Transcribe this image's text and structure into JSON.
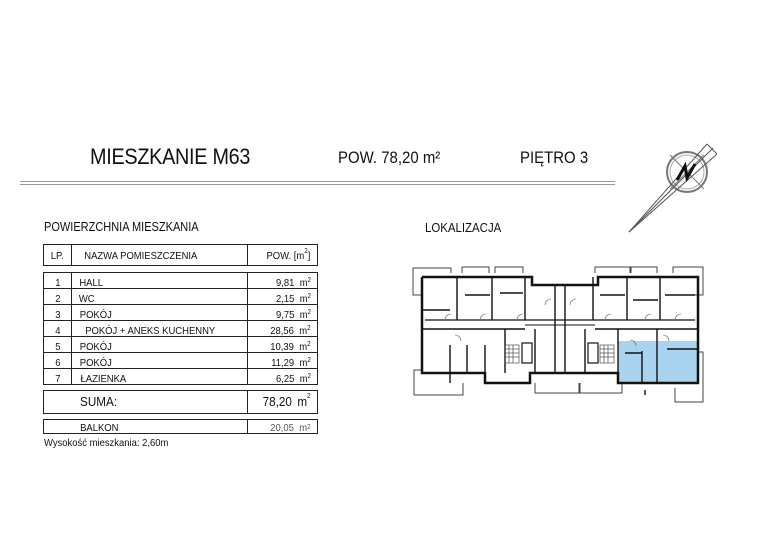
{
  "header": {
    "title": "MIESZKANIE M63",
    "area": "POW. 78,20 m²",
    "floor": "PIĘTRO 3"
  },
  "table": {
    "section_title": "POWIERZCHNIA MIESZKANIA",
    "headers": {
      "lp": "LP.",
      "name": "NAZWA POMIESZCZENIA",
      "area": "POW. [m",
      "area_sup": "2",
      "area_close": "]"
    },
    "rows": [
      {
        "lp": "1",
        "name": "HALL",
        "area": "9,81"
      },
      {
        "lp": "2",
        "name": "WC",
        "area": "2,15"
      },
      {
        "lp": "3",
        "name": "POKÓJ",
        "area": "9,75"
      },
      {
        "lp": "4",
        "name": "POKÓJ + ANEKS KUCHENNY",
        "area": "28,56"
      },
      {
        "lp": "5",
        "name": "POKÓJ",
        "area": "10,39"
      },
      {
        "lp": "6",
        "name": "POKÓJ",
        "area": "11,29"
      },
      {
        "lp": "7",
        "name": "ŁAZIENKA",
        "area": "6,25"
      }
    ],
    "unit": "m",
    "unit_sup": "2",
    "sum_label": "SUMA:",
    "sum_value": "78,20",
    "balcony_label": "BALKON",
    "balcony_value": "20,05",
    "height_note": "Wysokość mieszkania: 2,60m"
  },
  "location": {
    "title": "LOKALIZACJA",
    "highlight_color": "#a9d3ee"
  },
  "compass": {
    "icon": "north-arrow-icon",
    "letter": "N"
  }
}
